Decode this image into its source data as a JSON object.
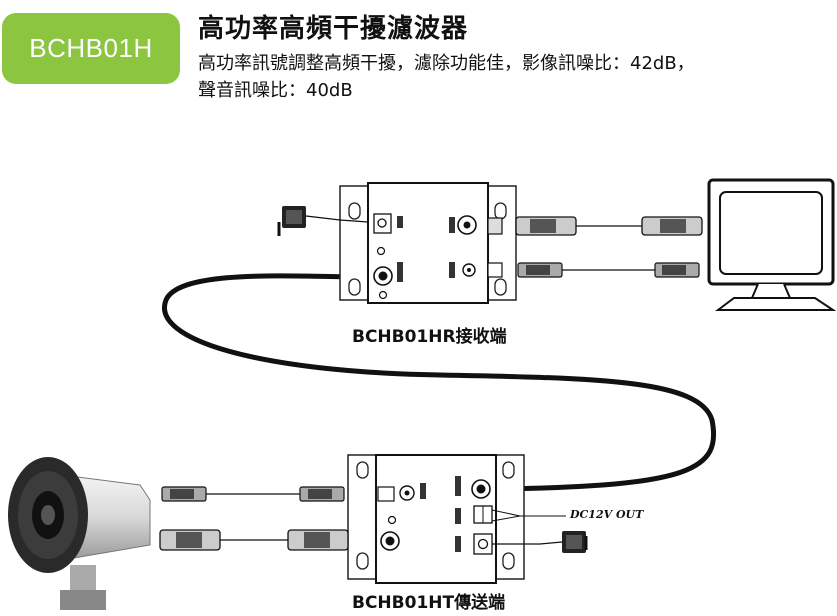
{
  "badge": {
    "label": "BCHB01H"
  },
  "header": {
    "title": "高功率高頻干擾濾波器",
    "description_line1": "高功率訊號調整高頻干擾，濾除功能佳，影像訊噪比：42dB，",
    "description_line2": "聲音訊噪比：40dB"
  },
  "diagram": {
    "receiver_caption": "BCHB01HR接收端",
    "transmitter_caption": "BCHB01HT傳送端",
    "power_label": "DC12V OUT"
  }
}
